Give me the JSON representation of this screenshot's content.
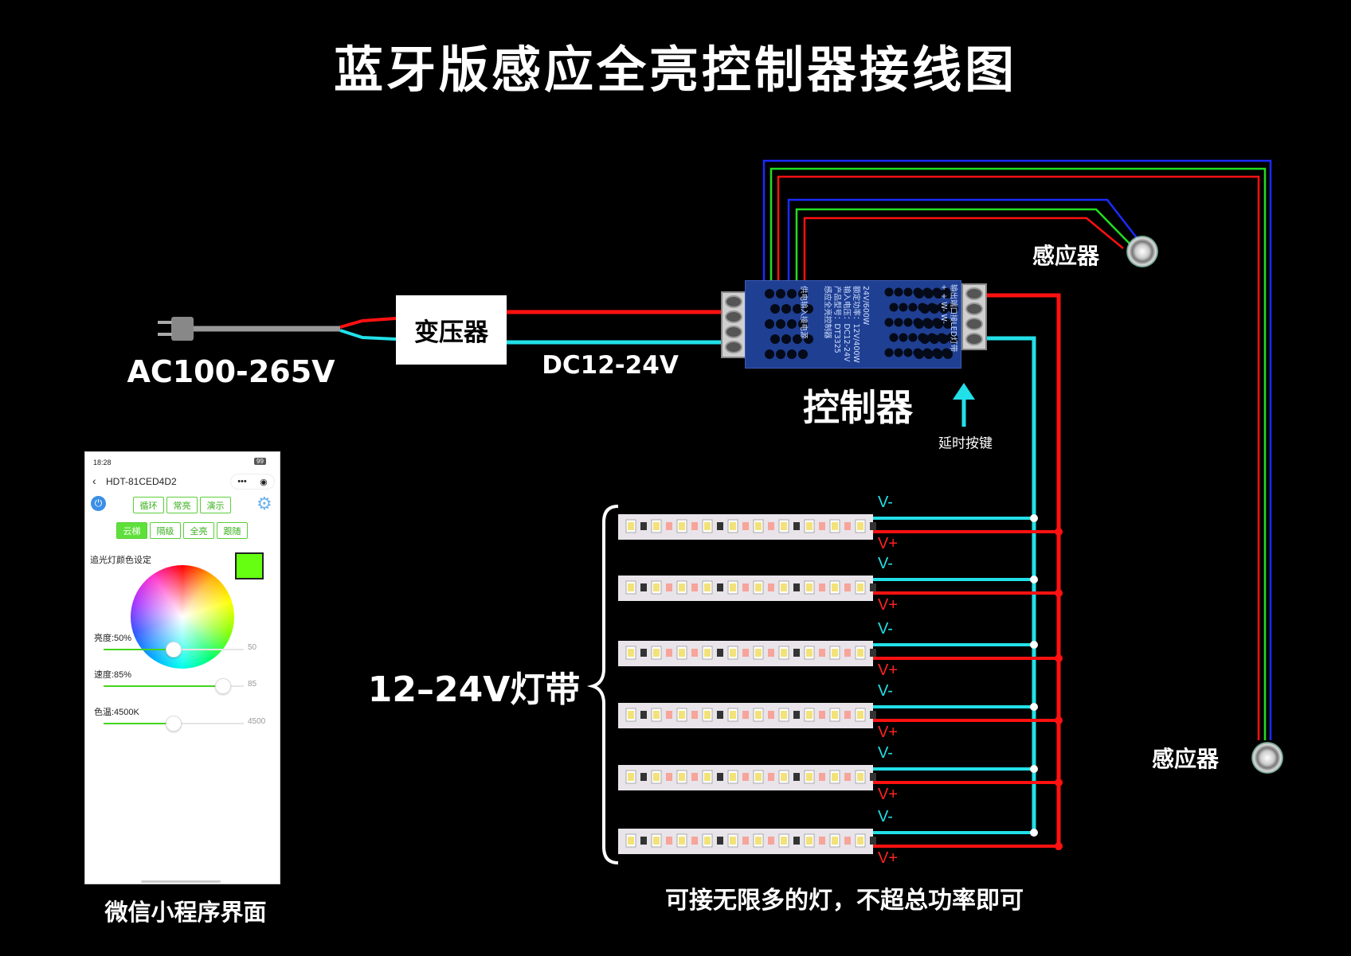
{
  "title": "蓝牙版感应全亮控制器接线图",
  "labels": {
    "ac_input": "AC100-265V",
    "transformer": "变压器",
    "dc_output": "DC12-24V",
    "controller": "控制器",
    "delay_button": "延时按键",
    "sensor_1": "感应器",
    "sensor_2": "感应器",
    "strip_group": "12–24V灯带",
    "footer_note": "可接无限多的灯，不超总功率即可",
    "phone_caption": "微信小程序界面"
  },
  "controller_label": {
    "lines": [
      "感应全亮控制器",
      "产品型号：DT3325",
      "输入电压：DC12-24V",
      "额定功率：12V/400W",
      "24V/600W"
    ],
    "input_side": "供电输入接电源",
    "output_side": "输出端口接LED灯带",
    "output_terminals": "+  +  W-  W-"
  },
  "strips": [
    {
      "neg": "V-",
      "pos": "V+"
    },
    {
      "neg": "V-",
      "pos": "V+"
    },
    {
      "neg": "V-",
      "pos": "V+"
    },
    {
      "neg": "V-",
      "pos": "V+"
    },
    {
      "neg": "V-",
      "pos": "V+"
    },
    {
      "neg": "V-",
      "pos": "V+"
    }
  ],
  "phone": {
    "time": "18:28",
    "battery": "99",
    "device_name": "HDT-81CED4D2",
    "mode_row_1": [
      "循环",
      "常亮",
      "演示"
    ],
    "mode_row_2": [
      "云梯",
      "隔级",
      "全亮",
      "跟随"
    ],
    "active_mode": "云梯",
    "color_setting_label": "追光灯颜色设定",
    "selected_color": "#66ff11",
    "sliders": [
      {
        "label": "亮度:50%",
        "value": "50",
        "fraction": 0.5
      },
      {
        "label": "速度:85%",
        "value": "85",
        "fraction": 0.85
      },
      {
        "label": "色温:4500K",
        "value": "4500",
        "fraction": 0.5
      }
    ]
  },
  "colors": {
    "dc_positive": "#ff1111",
    "dc_negative": "#22e0e8",
    "sensor_blue": "#1a2bff",
    "sensor_green": "#22dd22",
    "sensor_red": "#ff1111"
  }
}
